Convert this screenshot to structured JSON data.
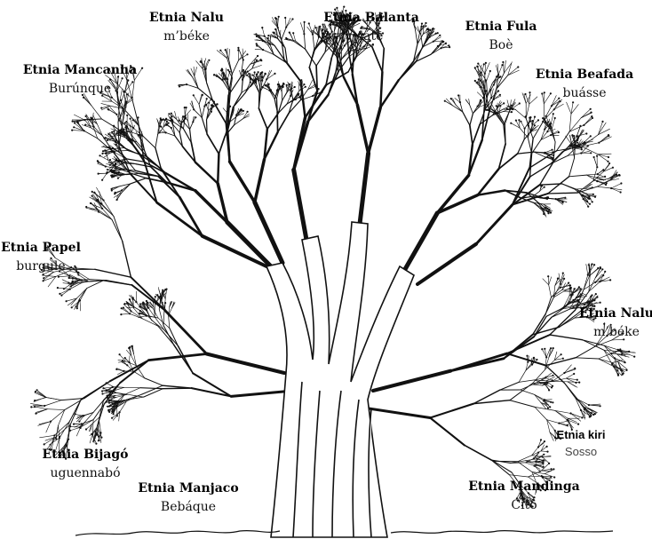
{
  "labels": [
    {
      "id": "nalu-top",
      "ethnicity": "Etnia Nalu",
      "word": "m’béke"
    },
    {
      "id": "balanta",
      "ethnicity": "Etnia Balanta",
      "word": "látè"
    },
    {
      "id": "fula",
      "ethnicity": "Etnia Fula",
      "word": "Boè"
    },
    {
      "id": "mancanha",
      "ethnicity": "Etnia Mancanha",
      "word": "Burúnque"
    },
    {
      "id": "beafada",
      "ethnicity": "Etnia Beafada",
      "word": "buásse"
    },
    {
      "id": "papel",
      "ethnicity": "Etnia Papel",
      "word": "burgule"
    },
    {
      "id": "nalu-right",
      "ethnicity": "Etnia Nalu",
      "word": "m’béke"
    },
    {
      "id": "kiri",
      "ethnicity": "Etnia kiri",
      "word": "Sosso"
    },
    {
      "id": "bijago",
      "ethnicity": "Etnia Bijagó",
      "word": "uguennabó"
    },
    {
      "id": "manjaco",
      "ethnicity": "Etnia Manjaco",
      "word": "Bebáque"
    },
    {
      "id": "mandinga",
      "ethnicity": "Etnia Mandinga",
      "word": "Citô"
    }
  ]
}
